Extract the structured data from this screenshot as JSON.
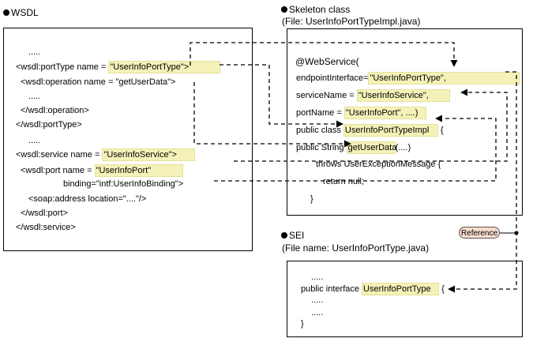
{
  "wsdl": {
    "heading": "WSDL",
    "lines": [
      ".....",
      "<wsdl:portType name = ",
      "\"UserInfoPortType\">",
      "<wsdl:operation name = \"getUserData\">",
      ".....",
      "</wsdl:operation>",
      "</wsdl:portType>",
      ".....",
      "<wsdl:service name = ",
      "\"UserInfoService\">",
      "<wsdl:port name = ",
      "\"UserInfoPort\"",
      "binding=\"intf:UserInfoBinding\">",
      "<soap:address location=\"....\"/>",
      "</wsdl:port>",
      "</wsdl:service>"
    ]
  },
  "skeleton": {
    "heading": "Skeleton class",
    "file": "(File: UserInfoPortTypeImpl.java)",
    "lines": [
      "@WebService(",
      "endpointInterface=",
      "\"UserInfoPortType\",",
      "serviceName = ",
      "\"UserInfoService\",",
      "portName = ",
      "\"UserInfoPort\", ....)",
      "public class ",
      "UserInfoPortTypeImpl",
      " {",
      "public String ",
      "getUserData",
      "(....)",
      "throws UserExceptionMessage {",
      "return null;",
      "}"
    ]
  },
  "sei": {
    "heading": "SEI",
    "file": "(File name: UserInfoPortType.java)",
    "lines": [
      ".....",
      "public interface ",
      "UserInfoPortType",
      " {",
      ".....",
      ".....",
      "}"
    ]
  },
  "reference_label": "Reference"
}
